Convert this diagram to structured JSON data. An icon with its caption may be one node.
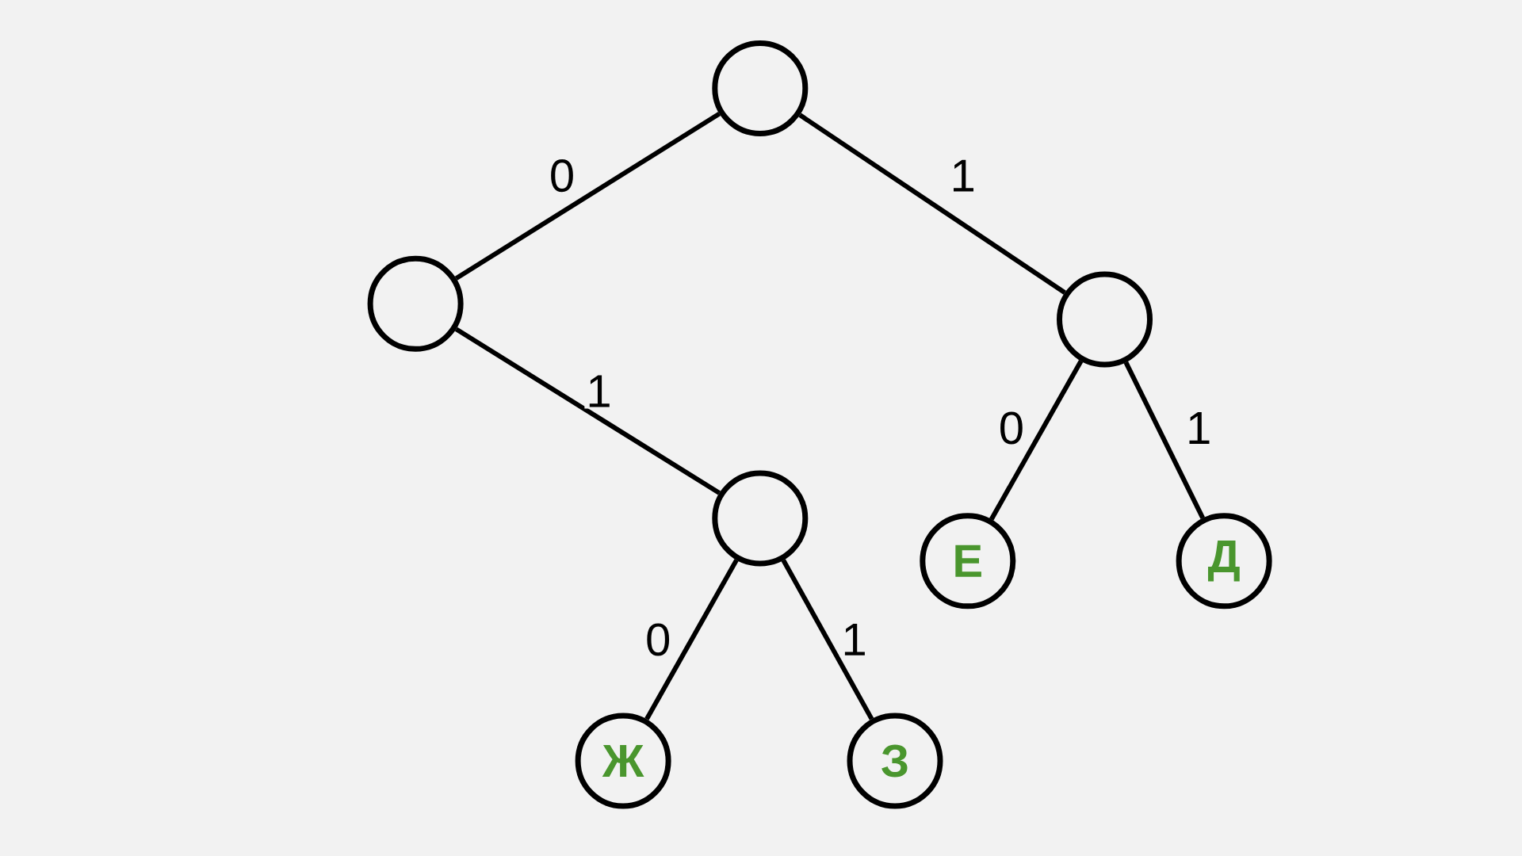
{
  "diagram": {
    "nodes": [
      {
        "text": [],
        "shape": "circle"
      },
      {
        "text": [],
        "shape": "circle"
      },
      {
        "text": [],
        "shape": "circle"
      },
      {
        "text": [],
        "shape": "circle"
      },
      {
        "text": [
          "Е"
        ]
      },
      {
        "text": [
          "Д"
        ]
      },
      {
        "text": [
          "Ж"
        ]
      },
      {
        "text": [
          "З"
        ]
      }
    ],
    "edges": [
      {
        "from": 0,
        "to": 1,
        "arrow": "none",
        "label": "0"
      },
      {
        "from": 0,
        "to": 2,
        "arrow": "none",
        "label": "1"
      },
      {
        "from": 1,
        "to": 3,
        "arrow": "none",
        "label": "1"
      },
      {
        "from": 2,
        "to": 4,
        "arrow": "none",
        "label": "0"
      },
      {
        "from": 2,
        "to": 5,
        "arrow": "none",
        "label": "1"
      },
      {
        "from": 3,
        "to": 6,
        "arrow": "none",
        "label": "0"
      },
      {
        "from": 3,
        "to": 7,
        "arrow": "none",
        "label": "1"
      }
    ]
  }
}
